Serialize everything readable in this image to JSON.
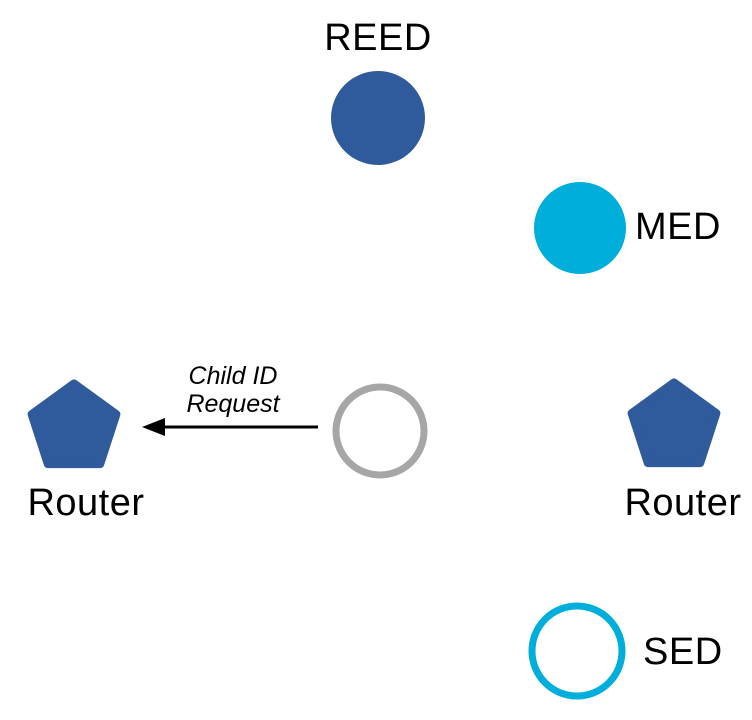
{
  "diagram": {
    "background_color": "#ffffff",
    "colors": {
      "node_blue": "#2F5A9B",
      "node_cyan": "#00AEDC",
      "outline_gray": "#A6A6A6",
      "arrow_black": "#000000"
    },
    "nodes": {
      "reed": {
        "label": "REED",
        "shape": "filled-circle",
        "color": "#2F5A9B"
      },
      "med": {
        "label": "MED",
        "shape": "filled-circle",
        "color": "#00AEDC"
      },
      "router_left": {
        "label": "Router",
        "shape": "pentagon",
        "color": "#2F5A9B"
      },
      "router_right": {
        "label": "Router",
        "shape": "pentagon",
        "color": "#2F5A9B"
      },
      "sed": {
        "label": "SED",
        "shape": "outline-circle",
        "color": "#00AEDC"
      },
      "joining_device": {
        "shape": "outline-circle",
        "color": "#A6A6A6"
      }
    },
    "message": {
      "line1": "Child ID",
      "line2": "Request"
    }
  }
}
